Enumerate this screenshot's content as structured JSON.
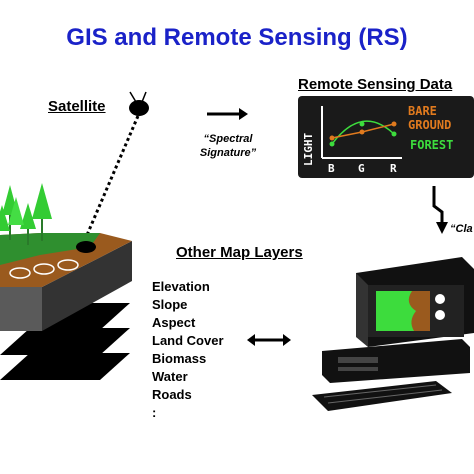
{
  "title": "GIS and Remote Sensing (RS)",
  "labels": {
    "satellite": "Satellite",
    "remote_sensing_data": "Remote Sensing Data",
    "other_map_layers": "Other Map Layers",
    "spectral_signature_line1": "“Spectral",
    "spectral_signature_line2": "Signature”",
    "classified_partial": "“Cla"
  },
  "rs_chart": {
    "axis_y": "LIGHT",
    "axis_x_ticks": [
      "B",
      "G",
      "R"
    ],
    "legend": [
      {
        "label_line1": "BARE",
        "label_line2": "GROUND",
        "color": "#e07a1e"
      },
      {
        "label_line1": "FOREST",
        "label_line2": "",
        "color": "#3ddc3d"
      }
    ]
  },
  "map_layers": [
    "Elevation",
    "Slope",
    "Aspect",
    "Land Cover",
    "Biomass",
    "Water",
    "Roads",
    ":"
  ],
  "colors": {
    "title": "#1a22c8",
    "forest": "#3ddc3d",
    "bare_ground": "#e07a1e",
    "terrain": "#9a5a1e",
    "panel": "#1a1a1a"
  },
  "icons": [
    "satellite-icon",
    "arrow-right-icon",
    "lightning-arrow-icon",
    "double-arrow-icon",
    "computer-icon",
    "terrain-block-icon"
  ]
}
